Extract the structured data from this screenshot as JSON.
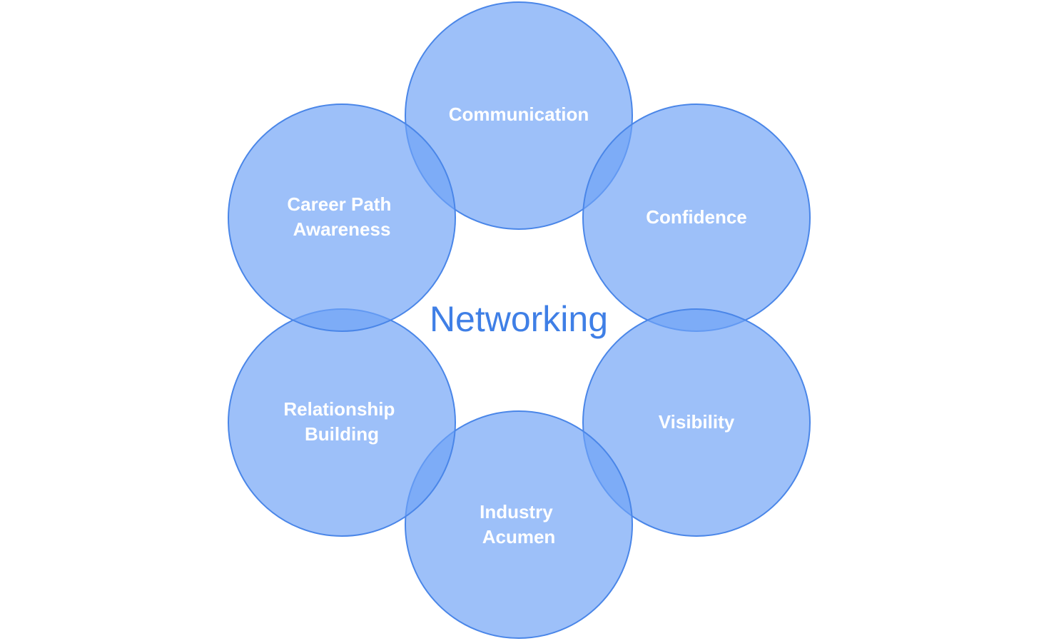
{
  "center": {
    "label": "Networking"
  },
  "nodes": [
    {
      "label_lines": [
        "Communication"
      ]
    },
    {
      "label_lines": [
        "Confidence"
      ]
    },
    {
      "label_lines": [
        "Visibility"
      ]
    },
    {
      "label_lines": [
        "Industry",
        "Acumen"
      ]
    },
    {
      "label_lines": [
        "Relationship",
        "Building"
      ]
    },
    {
      "label_lines": [
        "Career Path",
        "Awareness"
      ]
    }
  ],
  "colors": {
    "circle_fill": "#6fa2f6",
    "circle_stroke": "#4a86e8",
    "node_text": "#ffffff",
    "center_text": "#3f7fe6"
  }
}
